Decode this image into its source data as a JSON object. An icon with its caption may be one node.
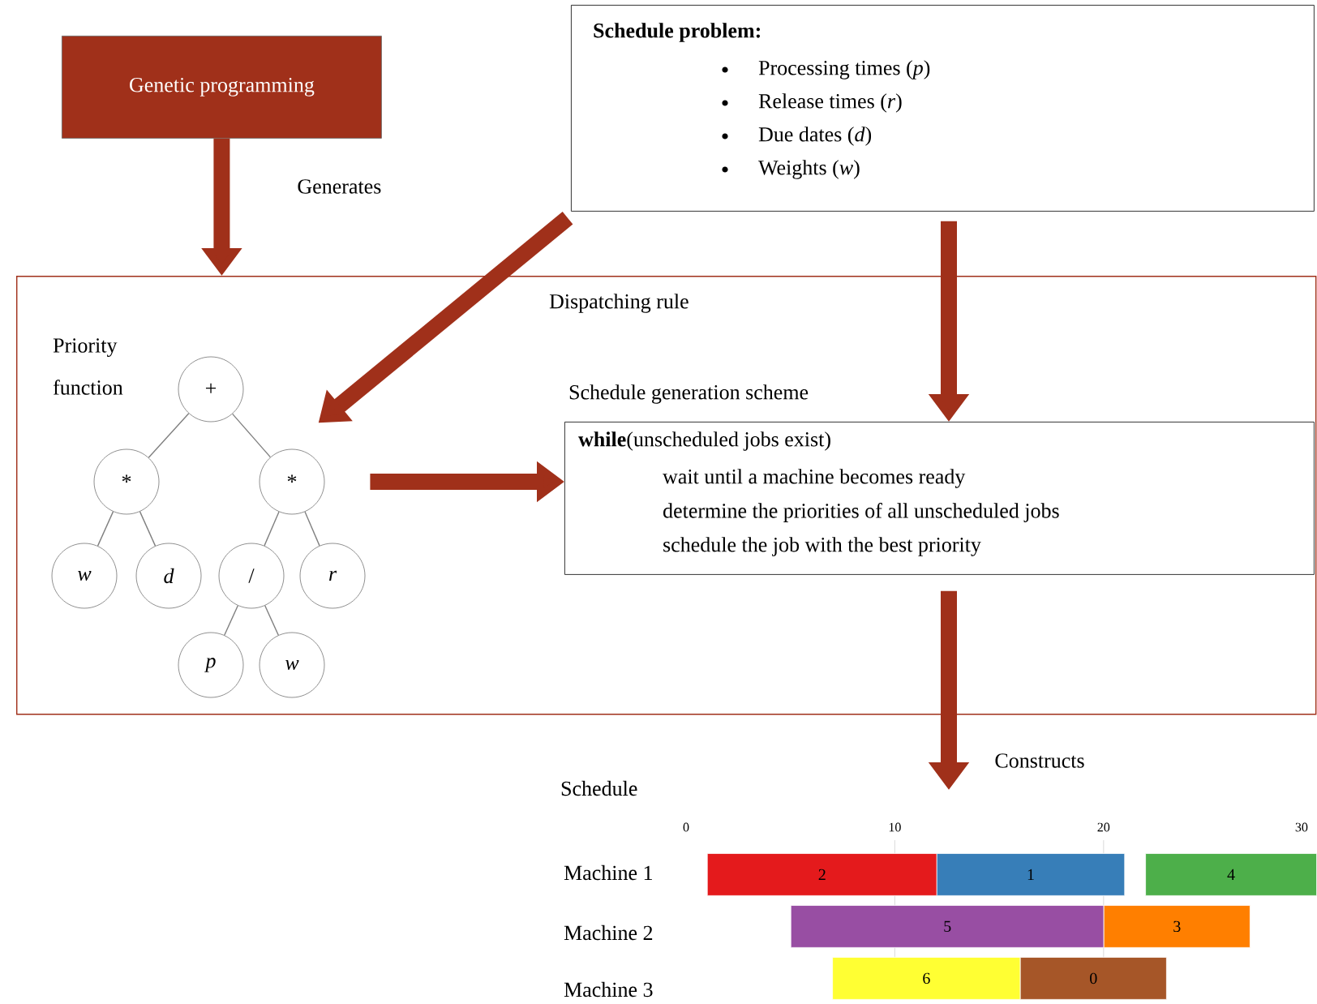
{
  "diagram": {
    "nodes": [
      {
        "text": [
          "Genetic programming"
        ]
      },
      {
        "text": [
          "Schedule problem:",
          "Processing times (*p*)",
          "Release times (*r*)",
          "Due dates (*d*)",
          "Weights (*w*)"
        ]
      },
      {
        "text": [
          "Dispatching rule"
        ]
      },
      {
        "text": [
          "+"
        ],
        "in": 2
      },
      {
        "text": [
          "*"
        ],
        "in": 2
      },
      {
        "text": [
          "*"
        ],
        "in": 2
      },
      {
        "text": [
          "w"
        ],
        "in": 2
      },
      {
        "text": [
          "d"
        ],
        "in": 2
      },
      {
        "text": [
          "/"
        ],
        "in": 2
      },
      {
        "text": [
          "r"
        ],
        "in": 2
      },
      {
        "text": [
          "p"
        ],
        "in": 2
      },
      {
        "text": [
          "w"
        ],
        "in": 2
      },
      {
        "text": [
          "Schedule generation scheme",
          "**while**(unscheduled jobs exist)",
          "wait until a machine becomes ready",
          "determine the priorities of all unscheduled jobs",
          "schedule the job with the best priority"
        ],
        "in": 2
      },
      {
        "text": [
          "2"
        ]
      },
      {
        "text": [
          "1"
        ]
      },
      {
        "text": [
          "4"
        ]
      },
      {
        "text": [
          "5"
        ]
      },
      {
        "text": [
          "3"
        ]
      },
      {
        "text": [
          "6"
        ]
      },
      {
        "text": [
          "0"
        ]
      }
    ],
    "edges": [
      {
        "from": 0,
        "to": 2,
        "arrow": "to",
        "label": "Generates",
        "style": "thick",
        "color": "#a0301a"
      },
      {
        "from": 1,
        "to": 5,
        "arrow": "to",
        "style": "thick",
        "color": "#a0301a"
      },
      {
        "from": 1,
        "to": 12,
        "arrow": "to",
        "style": "thick",
        "color": "#a0301a"
      },
      {
        "from": 5,
        "to": 12,
        "arrow": "to",
        "style": "thick",
        "color": "#a0301a"
      },
      {
        "from": 12,
        "to": null,
        "arrow": "to",
        "label": "Constructs",
        "style": "thick",
        "color": "#a0301a"
      },
      {
        "from": 3,
        "to": 4,
        "arrow": "none"
      },
      {
        "from": 3,
        "to": 5,
        "arrow": "none"
      },
      {
        "from": 4,
        "to": 6,
        "arrow": "none"
      },
      {
        "from": 4,
        "to": 7,
        "arrow": "none"
      },
      {
        "from": 5,
        "to": 8,
        "arrow": "none"
      },
      {
        "from": 5,
        "to": 9,
        "arrow": "none"
      },
      {
        "from": 8,
        "to": 10,
        "arrow": "none"
      },
      {
        "from": 8,
        "to": 11,
        "arrow": "none"
      }
    ],
    "labels": [
      "Priority function",
      "Schedule",
      "0",
      "10",
      "20",
      "30",
      "Machine 1",
      "Machine 2",
      "Machine 3"
    ]
  }
}
